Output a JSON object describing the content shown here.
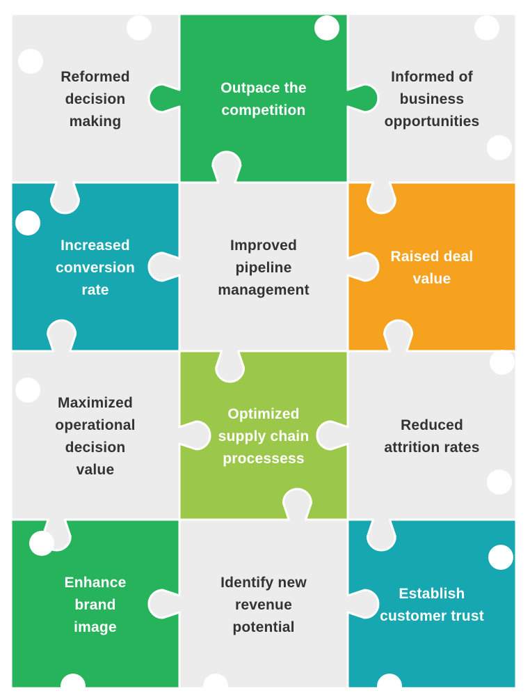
{
  "colors": {
    "gray": "#ececed",
    "dark_green": "#27b35c",
    "teal": "#16a7b1",
    "orange": "#f7a21f",
    "lime": "#9bc84a",
    "dark_text": "#333333",
    "light_text": "#ffffff"
  },
  "pieces": [
    {
      "name": "reformed-decision-making",
      "color": "gray",
      "lines": [
        "Reformed",
        "decision",
        "making"
      ]
    },
    {
      "name": "outpace-the-competition",
      "color": "dark_green",
      "lines": [
        "Outpace the",
        "competition"
      ]
    },
    {
      "name": "informed-of-business-opportunities",
      "color": "gray",
      "lines": [
        "Informed of",
        "business",
        "opportunities"
      ]
    },
    {
      "name": "increased-conversion-rate",
      "color": "teal",
      "lines": [
        "Increased",
        "conversion",
        "rate"
      ]
    },
    {
      "name": "improved-pipeline-management",
      "color": "gray",
      "lines": [
        "Improved",
        "pipeline",
        "management"
      ]
    },
    {
      "name": "raised-deal-value",
      "color": "orange",
      "lines": [
        "Raised deal",
        "value"
      ]
    },
    {
      "name": "maximized-operational-decision-value",
      "color": "gray",
      "lines": [
        "Maximized",
        "operational",
        "decision",
        "value"
      ]
    },
    {
      "name": "optimized-supply-chain-processess",
      "color": "lime",
      "lines": [
        "Optimized",
        "supply chain",
        "processess"
      ]
    },
    {
      "name": "reduced-attrition-rates",
      "color": "gray",
      "lines": [
        "Reduced",
        "attrition rates"
      ]
    },
    {
      "name": "enhance-brand-image",
      "color": "dark_green",
      "lines": [
        "Enhance",
        "brand",
        "image"
      ]
    },
    {
      "name": "identify-new-revenue-potential",
      "color": "gray",
      "lines": [
        "Identify new",
        "revenue",
        "potential"
      ]
    },
    {
      "name": "establish-customer-trust",
      "color": "teal",
      "lines": [
        "Establish",
        "customer trust"
      ]
    }
  ]
}
